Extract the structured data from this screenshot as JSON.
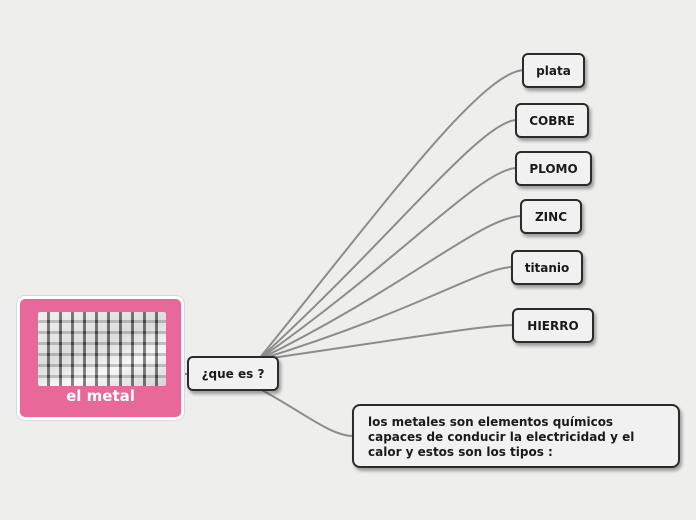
{
  "root": {
    "label": "el metal",
    "background_color": "#e8689a",
    "image": "metal-bars-image"
  },
  "question": {
    "label": "¿que es ?"
  },
  "branches": [
    {
      "label": "plata"
    },
    {
      "label": "COBRE"
    },
    {
      "label": "PLOMO"
    },
    {
      "label": "ZINC"
    },
    {
      "label": "titanio"
    },
    {
      "label": "HIERRO"
    }
  ],
  "description": {
    "text": "los metales son elementos químicos capaces de conducir la electricidad y el calor y estos son los tipos :"
  },
  "colors": {
    "background": "#eeeeec",
    "node_fill": "#f1f1f1",
    "node_border": "#2b2b2b",
    "connector": "#8c8c8c"
  }
}
